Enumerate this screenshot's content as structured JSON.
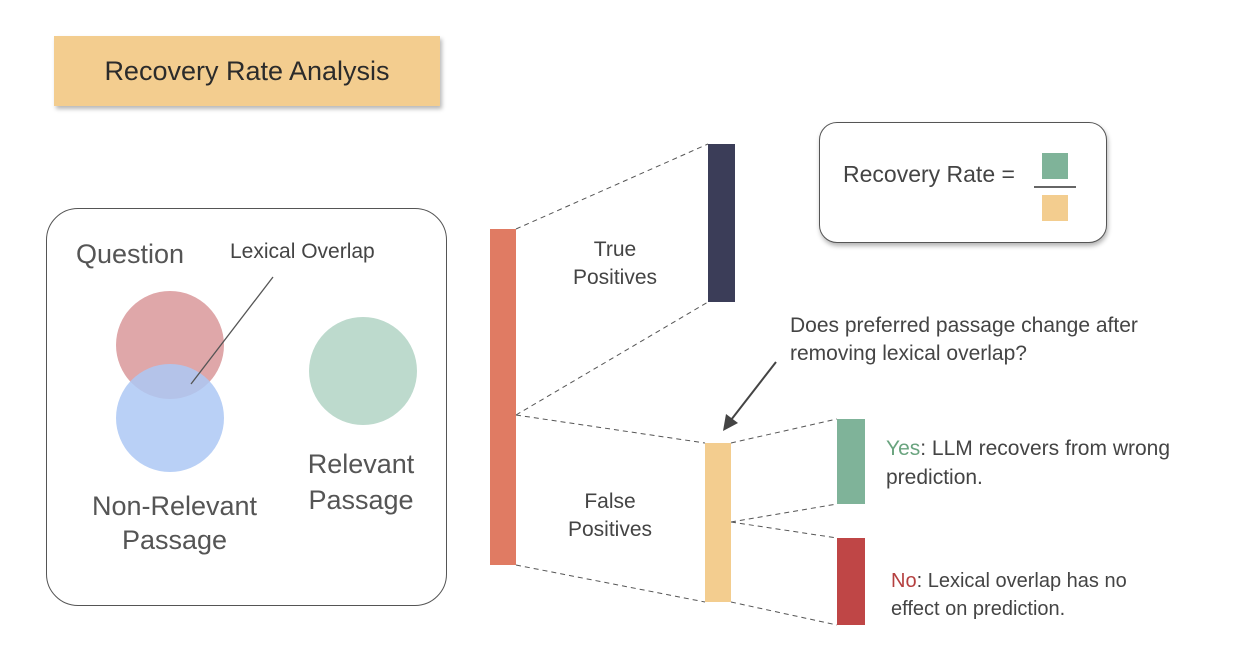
{
  "title": "Recovery Rate Analysis",
  "venn": {
    "question_label": "Question",
    "overlap_label": "Lexical Overlap",
    "nonrelevant_label_line1": "Non-Relevant",
    "nonrelevant_label_line2": "Passage",
    "relevant_label_line1": "Relevant",
    "relevant_label_line2": "Passage"
  },
  "bars": {
    "true_positives_line1": "True",
    "true_positives_line2": "Positives",
    "false_positives_line1": "False",
    "false_positives_line2": "Positives"
  },
  "formula": {
    "label": "Recovery Rate ="
  },
  "question": {
    "line1": "Does preferred passage change after",
    "line2": "removing lexical overlap?"
  },
  "outcomes": {
    "yes_word": "Yes",
    "yes_rest": ": LLM recovers from wrong",
    "yes_line2": "prediction.",
    "no_word": "No",
    "no_rest": ": Lexical overlap has no",
    "no_line2": "effect on prediction."
  },
  "colors": {
    "title_bg": "#f3cd8f",
    "question_circle": "#d9989a",
    "nonrelevant_circle": "#adc8f5",
    "relevant_circle": "#bddacd",
    "all_bar": "#e07b63",
    "true_positive_bar": "#3b3d58",
    "false_positive_bar": "#f3cd8f",
    "yes_bar": "#7fb399",
    "no_bar": "#bf4646",
    "yes_text": "#6aa47f",
    "no_text": "#b54040"
  }
}
